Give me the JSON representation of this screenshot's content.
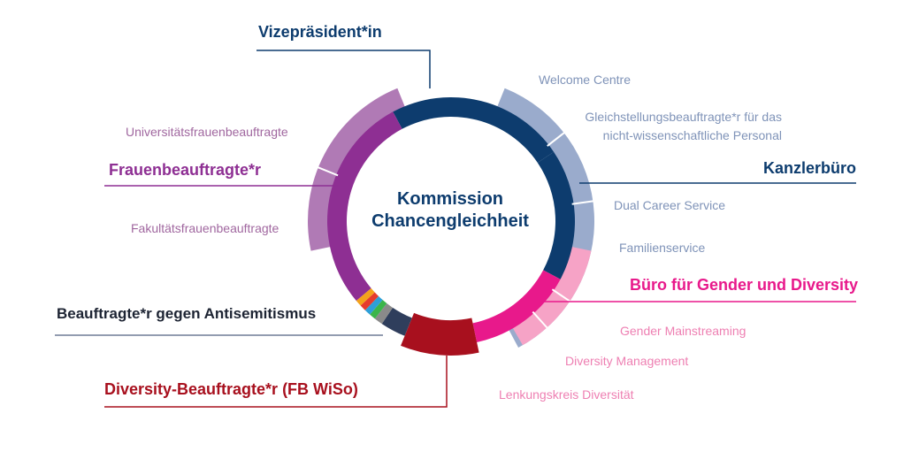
{
  "center": {
    "line1": "Kommission",
    "line2": "Chancengleichheit"
  },
  "colors": {
    "navy": "#0d3c6e",
    "light_blue": "#9aabcc",
    "pink": "#e8198b",
    "light_pink": "#f6a3c6",
    "red": "#a8101e",
    "purple": "#8e2f93",
    "light_purple": "#b07ab5",
    "slate": "#2f3e5c"
  },
  "labels": {
    "vizepraesident": "Vizepräsident*in",
    "welcome_centre": "Welcome Centre",
    "gleichstellung_line1": "Gleichstellungsbeauftragte*r für das",
    "gleichstellung_line2": "nicht-wissenschaftliche Personal",
    "kanzlerbuero": "Kanzlerbüro",
    "dual_career": "Dual Career Service",
    "familienservice": "Familienservice",
    "buero_gender": "Büro für Gender und Diversity",
    "gender_mainstreaming": "Gender Mainstreaming",
    "diversity_management": "Diversity Management",
    "lenkungskreis": "Lenkungskreis Diversität",
    "diversity_beauftragte": "Diversity-Beauftragte*r (FB WiSo)",
    "antisemitismus": "Beauftragte*r gegen Antisemitismus",
    "frauenbeauftragte": "Frauenbeauftragte*r",
    "universitaetsfrauen": "Universitätsfrauenbeauftragte",
    "fakultaetsfrauen": "Fakultätsfrauenbeauftragte"
  }
}
